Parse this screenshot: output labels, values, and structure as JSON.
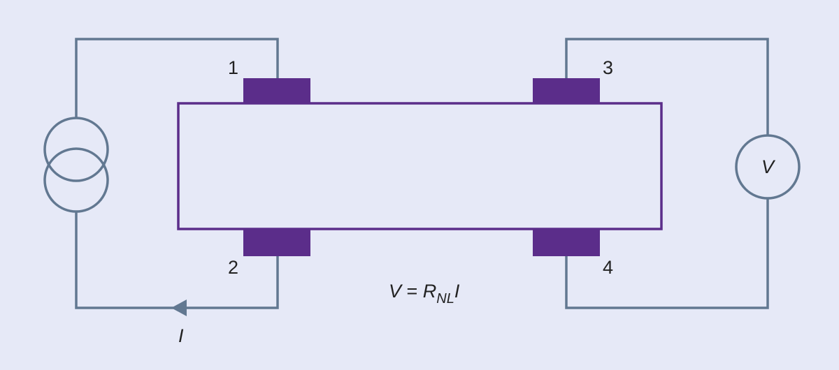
{
  "terminals": {
    "t1": "1",
    "t2": "2",
    "t3": "3",
    "t4": "4"
  },
  "voltmeter": {
    "label": "V"
  },
  "current": {
    "label": "I"
  },
  "equation": {
    "lhs": "V",
    "equals": " = ",
    "r_symbol": "R",
    "r_subscript": "NL",
    "current_symbol": "I"
  },
  "colors": {
    "background": "#e6e9f7",
    "wire": "#627891",
    "channel": "#5b2d8a",
    "text": "#222222"
  }
}
